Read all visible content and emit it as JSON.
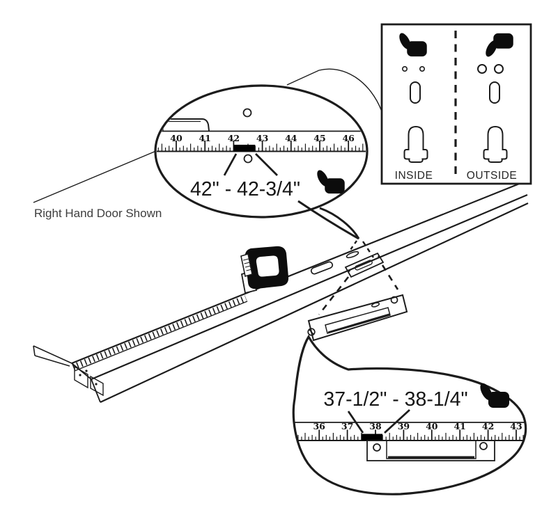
{
  "annotations": {
    "door_label": "Right Hand Door Shown"
  },
  "top_callout": {
    "label": "42\" - 42-3/4\"",
    "icon": "thumbs-up-icon",
    "ruler": {
      "unit_numbers": [
        40,
        41,
        42,
        43,
        44,
        45,
        46
      ],
      "highlight_start": 42,
      "highlight_end": 42.75
    }
  },
  "bottom_callout": {
    "label": "37-1/2\" - 38-1/4\"",
    "icon": "thumbs-up-icon",
    "ruler": {
      "unit_numbers": [
        36,
        37,
        38,
        39,
        40,
        41,
        42,
        43
      ],
      "highlight_start": 37.5,
      "highlight_end": 38.25
    }
  },
  "inset_panel": {
    "inside_label": "INSIDE",
    "inside_icon": "thumbs-up-icon",
    "outside_label": "OUTSIDE",
    "outside_icon": "thumbs-down-icon"
  },
  "colors": {
    "line": "#1c1c1c",
    "highlight": "#000000",
    "text_gray": "#3d3d3d"
  }
}
